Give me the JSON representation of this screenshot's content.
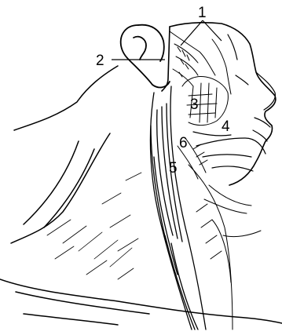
{
  "figure": {
    "labels": {
      "l1": "1",
      "l2": "2",
      "l3": "3",
      "l4": "4",
      "l5": "5",
      "l6": "6"
    }
  }
}
